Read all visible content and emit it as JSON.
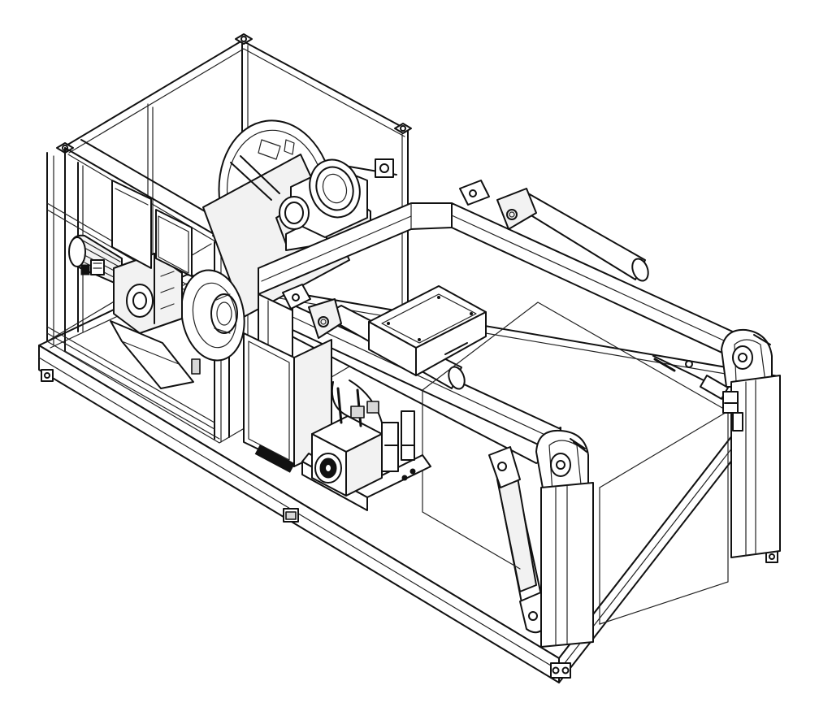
{
  "drawing": {
    "style": "isometric line drawing",
    "colors": {
      "line": "#111111",
      "background": "#ffffff",
      "fill": "#f2f2f2"
    },
    "components": [
      "skid-base-frame",
      "cable-drum-cage",
      "cable-drum",
      "drive-motor",
      "gearbox",
      "level-wind-sheave",
      "a-frame-boom",
      "hydraulic-cylinders",
      "electrical-cabinet",
      "control-box",
      "hydraulic-power-unit",
      "equipment-container"
    ]
  }
}
